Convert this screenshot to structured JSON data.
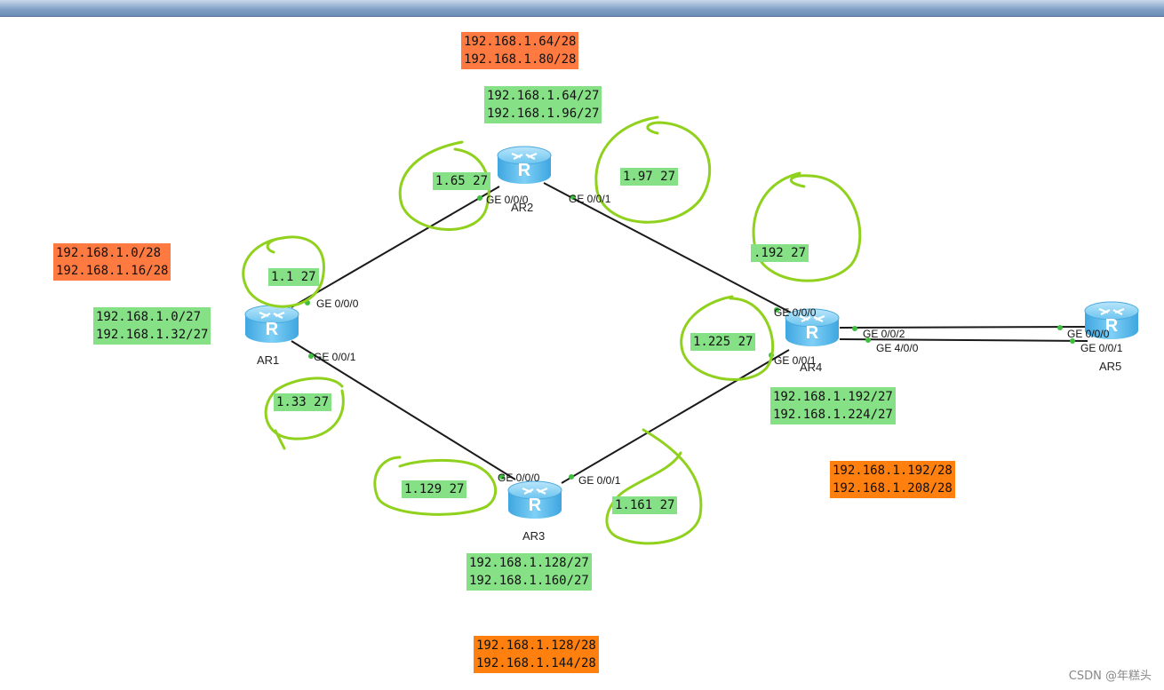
{
  "routers": [
    {
      "id": "AR1",
      "label": "AR1"
    },
    {
      "id": "AR2",
      "label": "AR2"
    },
    {
      "id": "AR3",
      "label": "AR3"
    },
    {
      "id": "AR4",
      "label": "AR4"
    },
    {
      "id": "AR5",
      "label": "AR5"
    }
  ],
  "links": [
    {
      "from": "AR1",
      "to": "AR2"
    },
    {
      "from": "AR1",
      "to": "AR3"
    },
    {
      "from": "AR2",
      "to": "AR4"
    },
    {
      "from": "AR3",
      "to": "AR4"
    },
    {
      "from": "AR4",
      "to": "AR5",
      "ports": "GE 0/0/2 - GE 0/0/0"
    },
    {
      "from": "AR4",
      "to": "AR5",
      "ports": "GE 4/0/0 - GE 0/0/1"
    }
  ],
  "ports": {
    "ar1_g0": "GE 0/0/0",
    "ar1_g1": "GE 0/0/1",
    "ar2_g0": "GE 0/0/0",
    "ar2_g1": "GE 0/0/1",
    "ar3_g0": "GE 0/0/0",
    "ar3_g1": "GE 0/0/1",
    "ar4_g0": "GE 0/0/0",
    "ar4_g1": "GE 0/0/1",
    "ar4_g2": "GE 0/0/2",
    "ar4_g4": "GE 4/0/0",
    "ar5_g0": "GE 0/0/0",
    "ar5_g1": "GE 0/0/1"
  },
  "subnets_27": {
    "ar1": [
      "192.168.1.0/27",
      "192.168.1.32/27"
    ],
    "ar2": [
      "192.168.1.64/27",
      "192.168.1.96/27"
    ],
    "ar3": [
      "192.168.1.128/27",
      "192.168.1.160/27"
    ],
    "ar4": [
      "192.168.1.192/27",
      "192.168.1.224/27"
    ]
  },
  "subnets_28": {
    "ar1": [
      "192.168.1.0/28",
      "192.168.1.16/28"
    ],
    "ar2": [
      "192.168.1.64/28",
      "192.168.1.80/28"
    ],
    "ar3": [
      "192.168.1.128/28",
      "192.168.1.144/28"
    ],
    "ar4": [
      "192.168.1.192/28",
      "192.168.1.208/28"
    ]
  },
  "interface_tags": {
    "ar1_g0": "1.1 27",
    "ar1_g1": "1.33 27",
    "ar2_g0": "1.65 27",
    "ar2_g1": "1.97 27",
    "ar3_g0": "1.129 27",
    "ar3_g1": "1.161 27",
    "ar4_g0": ".192 27",
    "ar4_g1": "1.225 27"
  },
  "watermark": "CSDN @年糕头",
  "colors": {
    "router_body": "#5fb8ea",
    "link": "#1a1a1a",
    "annotation": "#8fd11c",
    "green_box": "#86e086",
    "orange_box": "#ff7a40",
    "orange_box_alt": "#ff7f0f"
  }
}
